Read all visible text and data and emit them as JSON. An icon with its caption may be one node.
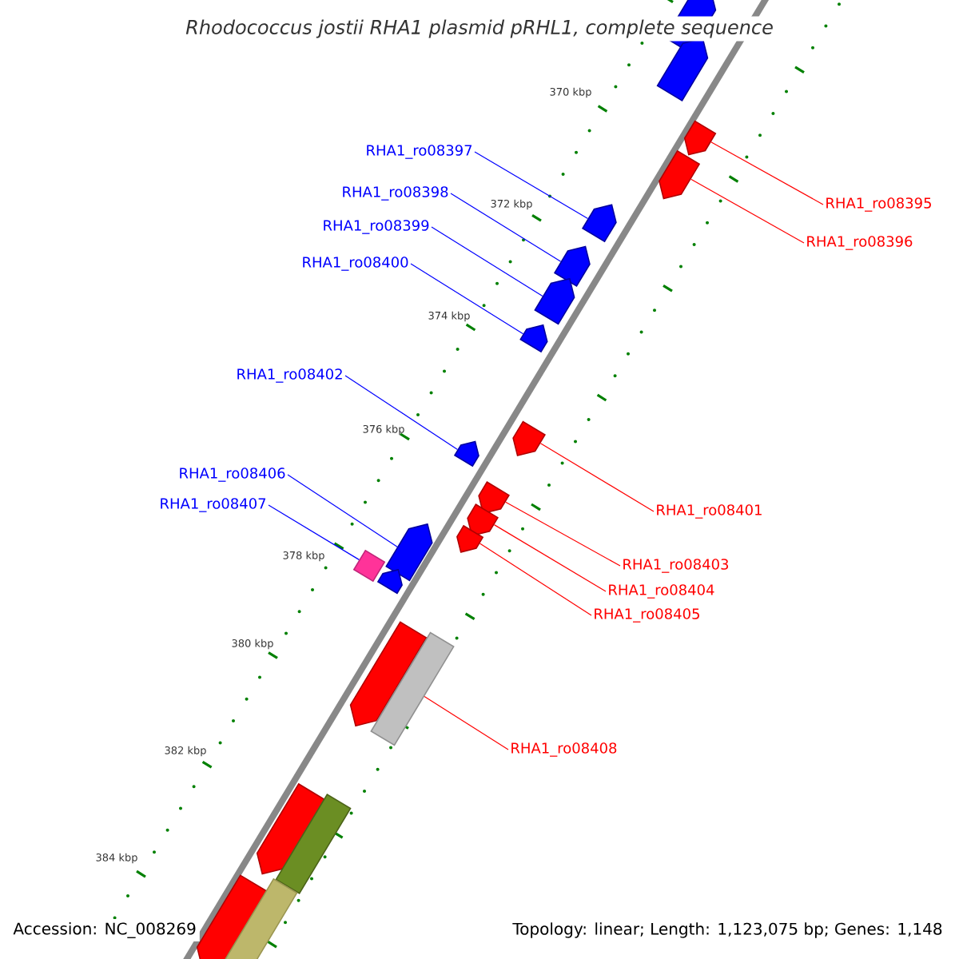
{
  "diagram": {
    "title": "Rhodococcus jostii RHA1 plasmid pRHL1, complete sequence",
    "nodes": [
      {
        "text": [
          "RHA1_ro08397"
        ]
      },
      {
        "text": [
          "RHA1_ro08398"
        ]
      },
      {
        "text": [
          "RHA1_ro08395"
        ]
      },
      {
        "text": [
          "RHA1_ro08399"
        ]
      },
      {
        "text": [
          "RHA1_ro08396"
        ]
      },
      {
        "text": [
          "RHA1_ro08400"
        ]
      },
      {
        "text": [
          "RHA1_ro08402"
        ]
      },
      {
        "text": [
          "RHA1_ro08406"
        ]
      },
      {
        "text": [
          "RHA1_ro08407"
        ]
      },
      {
        "text": [
          "RHA1_ro08401"
        ]
      },
      {
        "text": [
          "RHA1_ro08403"
        ]
      },
      {
        "text": [
          "RHA1_ro08404"
        ]
      },
      {
        "text": [
          "RHA1_ro08405"
        ]
      },
      {
        "text": [
          "RHA1_ro08408"
        ]
      },
      {
        "text": [],
        "shape": "pentagon"
      },
      {
        "text": [],
        "shape": "pentagon"
      },
      {
        "text": [],
        "shape": "pentagon"
      },
      {
        "text": [],
        "shape": "pentagon"
      },
      {
        "text": [],
        "shape": "pentagon"
      },
      {
        "text": [],
        "shape": "pentagon"
      },
      {
        "text": [],
        "shape": "pentagon"
      },
      {
        "text": [],
        "shape": "pentagon"
      },
      {
        "text": [],
        "shape": "pentagon"
      },
      {
        "text": [],
        "shape": "pentagon"
      },
      {
        "text": [],
        "shape": "pentagon"
      },
      {
        "text": [],
        "shape": "pentagon"
      },
      {
        "text": [],
        "shape": "pentagon"
      },
      {
        "text": [],
        "shape": "box"
      },
      {
        "text": [],
        "shape": "pentagon"
      },
      {
        "text": [],
        "shape": "pentagon"
      },
      {
        "text": [],
        "shape": "pentagon"
      },
      {
        "text": [],
        "shape": "bar"
      },
      {
        "text": [],
        "shape": "pentagon"
      },
      {
        "text": [],
        "shape": "bar"
      },
      {
        "text": [],
        "shape": "pentagon"
      },
      {
        "text": [],
        "shape": "bar"
      }
    ],
    "edges": [
      {
        "from": 0,
        "to": 18,
        "arrow": "none",
        "color": "#0000ff"
      },
      {
        "from": 1,
        "to": 19,
        "arrow": "none",
        "color": "#0000ff"
      },
      {
        "from": 2,
        "to": 16,
        "arrow": "none",
        "color": "#ff0000"
      },
      {
        "from": 3,
        "to": 20,
        "arrow": "none",
        "color": "#0000ff"
      },
      {
        "from": 4,
        "to": 17,
        "arrow": "none",
        "color": "#ff0000"
      },
      {
        "from": 5,
        "to": 21,
        "arrow": "none",
        "color": "#0000ff"
      },
      {
        "from": 6,
        "to": 23,
        "arrow": "none",
        "color": "#0000ff"
      },
      {
        "from": 7,
        "to": 28,
        "arrow": "none",
        "color": "#0000ff"
      },
      {
        "from": 8,
        "to": 27,
        "arrow": "none",
        "color": "#0000ff"
      },
      {
        "from": 9,
        "to": 22,
        "arrow": "none",
        "color": "#ff0000"
      },
      {
        "from": 10,
        "to": 24,
        "arrow": "none",
        "color": "#ff0000"
      },
      {
        "from": 11,
        "to": 25,
        "arrow": "none",
        "color": "#ff0000"
      },
      {
        "from": 12,
        "to": 26,
        "arrow": "none",
        "color": "#ff0000"
      },
      {
        "from": 13,
        "to": 31,
        "arrow": "none",
        "color": "#ff0000"
      }
    ],
    "labels": [
      "370 kbp",
      "372 kbp",
      "374 kbp",
      "376 kbp",
      "378 kbp",
      "380 kbp",
      "382 kbp",
      "384 kbp",
      "Accession: NC_008269",
      "Topology: linear; Length: 1,123,075 bp; Genes: 1,148"
    ]
  }
}
